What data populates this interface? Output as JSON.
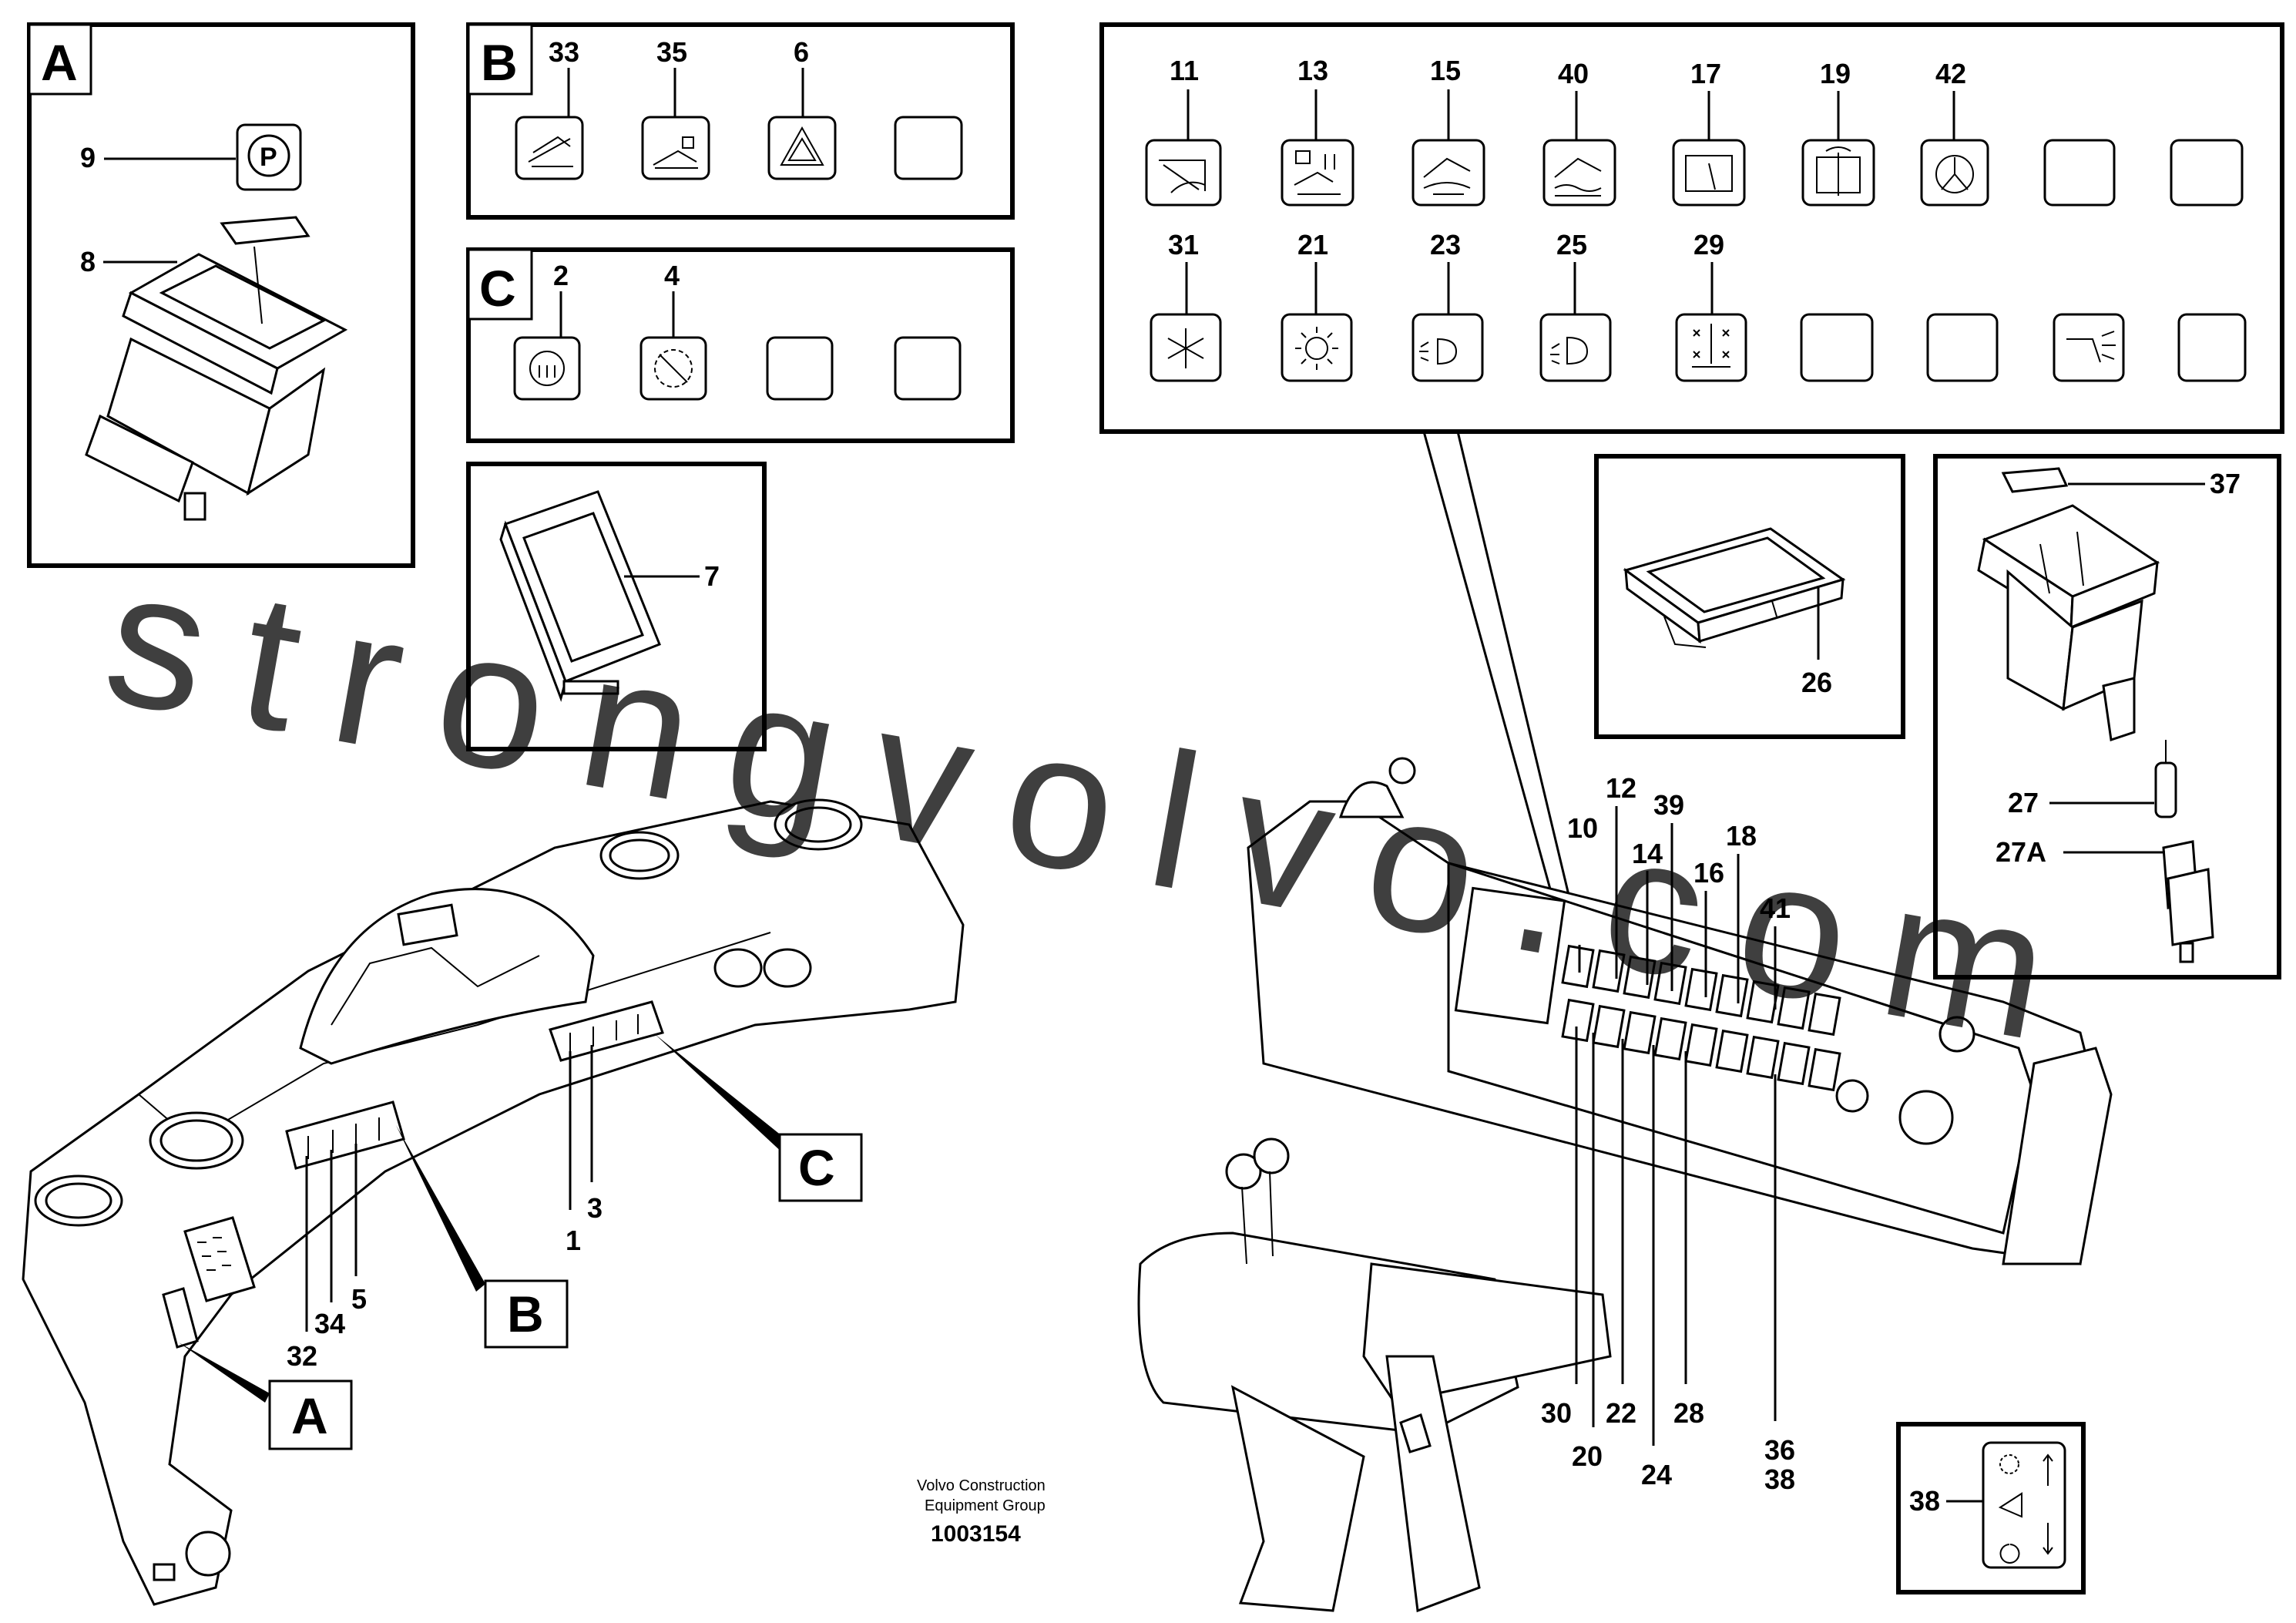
{
  "watermark": "strongvolvo.com",
  "credit": {
    "line1": "Volvo Construction",
    "line2": "Equipment Group",
    "doc_number": "1003154"
  },
  "panels": {
    "A": {
      "letter": "A",
      "labels": [
        "9",
        "8"
      ]
    },
    "B": {
      "letter": "B",
      "labels": [
        "33",
        "35",
        "6"
      ]
    },
    "C": {
      "letter": "C",
      "labels": [
        "2",
        "4"
      ]
    },
    "D": {
      "labels": [
        "7"
      ]
    },
    "E": {
      "row1": [
        "11",
        "13",
        "15",
        "40",
        "17",
        "19",
        "42"
      ],
      "row2": [
        "31",
        "21",
        "23",
        "25",
        "29"
      ]
    },
    "F": {
      "labels": [
        "26"
      ]
    },
    "G": {
      "labels": [
        "37",
        "27",
        "27A"
      ]
    },
    "H": {
      "labels": [
        "38"
      ]
    }
  },
  "callouts": {
    "left": [
      "1",
      "3",
      "32",
      "34",
      "5"
    ],
    "right": [
      "10",
      "12",
      "14",
      "39",
      "16",
      "18",
      "41",
      "30",
      "20",
      "22",
      "24",
      "28",
      "36",
      "38"
    ]
  },
  "pointer_boxes": [
    "A",
    "B",
    "C"
  ],
  "icons": {
    "A": [
      "parking-brake-icon"
    ],
    "B": [
      "bucket-level-icon",
      "boom-lock-icon",
      "hazard-warning-icon",
      "blank-switch-icon"
    ],
    "C": [
      "seat-heat-icon",
      "disengage-icon",
      "blank-switch-icon",
      "blank-switch-icon"
    ],
    "E_row1": [
      "rear-wiper-icon",
      "boom-suspension-lock-icon",
      "front-wiper-icon",
      "front-washer-icon",
      "windshield-wiper-icon",
      "wiper-interval-icon",
      "steering-icon",
      "blank-switch-icon",
      "blank-switch-icon"
    ],
    "E_row2": [
      "air-conditioning-icon",
      "work-light-icon",
      "headlight-icon",
      "rear-work-light-icon",
      "defroster-icon",
      "blank-switch-icon",
      "blank-switch-icon",
      "high-beam-icon",
      "blank-switch-icon"
    ],
    "H": [
      "gear-shift-mode-icon"
    ]
  }
}
